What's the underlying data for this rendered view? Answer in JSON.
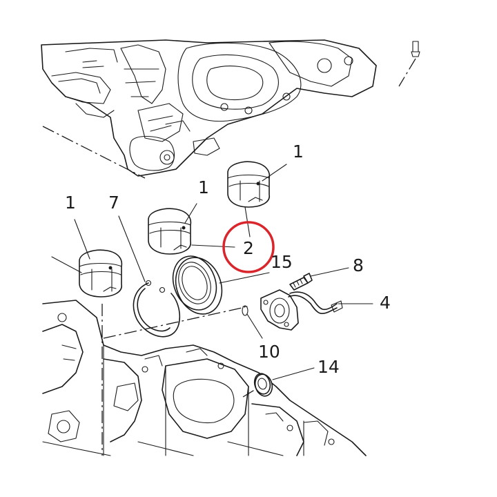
{
  "callouts": [
    {
      "id": "c1a",
      "label": "1"
    },
    {
      "id": "c1b",
      "label": "1"
    },
    {
      "id": "c1c",
      "label": "1"
    },
    {
      "id": "c7",
      "label": "7"
    },
    {
      "id": "c2",
      "label": "2"
    },
    {
      "id": "c15",
      "label": "15"
    },
    {
      "id": "c8",
      "label": "8"
    },
    {
      "id": "c4",
      "label": "4"
    },
    {
      "id": "c10",
      "label": "10"
    },
    {
      "id": "c14",
      "label": "14"
    }
  ],
  "highlight": {
    "target": "2",
    "color": "#d9262c"
  }
}
